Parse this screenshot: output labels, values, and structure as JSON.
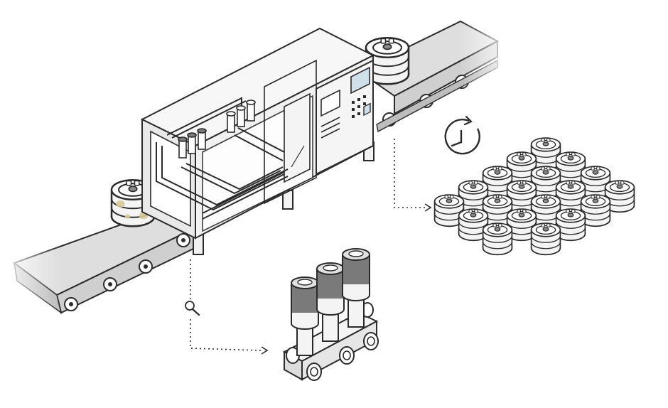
{
  "diagram": {
    "subject": "keg-washing-and-filling-line",
    "components": [
      {
        "name": "incoming-conveyor"
      },
      {
        "name": "washing-machine"
      },
      {
        "name": "control-panel"
      },
      {
        "name": "outgoing-conveyor"
      },
      {
        "name": "valve-manifold-detail"
      },
      {
        "name": "keg-stack"
      }
    ],
    "icons": {
      "inspect": "magnifier-icon",
      "time": "clock-icon"
    },
    "keg_stack_count": 19,
    "colors": {
      "stroke": "#2b2b2b",
      "machine_fill": "#efefef",
      "belt_fill": "#dcdcdc",
      "valve_cap": "#7a7a7a",
      "soil_spots": "#d8c99a"
    }
  }
}
